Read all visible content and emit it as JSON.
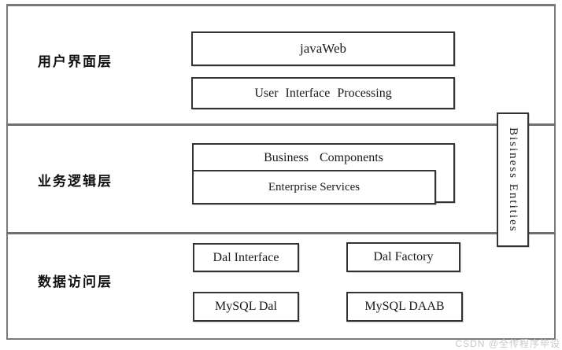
{
  "colors": {
    "background": "#ffffff",
    "frame_border": "#7a7a7a",
    "divider": "#6f6f6f",
    "box_border": "#333333",
    "text": "#1a1a1a",
    "watermark": "#c9c9c9"
  },
  "layers": [
    {
      "label": "用户界面层",
      "boxes": [
        {
          "label": "javaWeb"
        },
        {
          "label": "User Interface Processing"
        }
      ]
    },
    {
      "label": "业务逻辑层",
      "boxes": [
        {
          "label": "Business Components"
        },
        {
          "label": "Enterprise Services"
        }
      ]
    },
    {
      "label": "数据访问层",
      "boxes": [
        {
          "label": "Dal Interface"
        },
        {
          "label": "Dal Factory"
        },
        {
          "label": "MySQL Dal"
        },
        {
          "label": "MySQL DAAB"
        }
      ]
    }
  ],
  "side_box": {
    "label": "Bisiness Entities"
  },
  "watermark": {
    "text": "CSDN @全传程序毕设"
  }
}
